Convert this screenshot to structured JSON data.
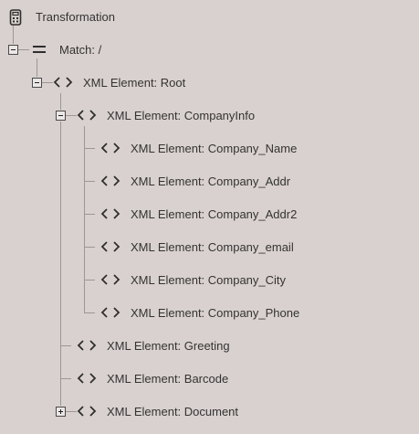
{
  "tree": {
    "root": {
      "label": "Transformation",
      "icon": "calculator-icon"
    },
    "match": {
      "label": "Match: /",
      "icon": "equals-icon",
      "expanded": true
    },
    "root_element": {
      "label": "XML Element: Root",
      "icon": "code-brackets-icon",
      "expanded": true
    },
    "company_info": {
      "label": "XML Element: CompanyInfo",
      "icon": "code-brackets-icon",
      "expanded": true
    },
    "company_children": [
      {
        "label": "XML Element: Company_Name",
        "icon": "code-brackets-icon"
      },
      {
        "label": "XML Element: Company_Addr",
        "icon": "code-brackets-icon"
      },
      {
        "label": "XML Element: Company_Addr2",
        "icon": "code-brackets-icon"
      },
      {
        "label": "XML Element: Company_email",
        "icon": "code-brackets-icon"
      },
      {
        "label": "XML Element: Company_City",
        "icon": "code-brackets-icon"
      },
      {
        "label": "XML Element: Company_Phone",
        "icon": "code-brackets-icon"
      }
    ],
    "greeting": {
      "label": "XML Element: Greeting",
      "icon": "code-brackets-icon"
    },
    "barcode": {
      "label": "XML Element: Barcode",
      "icon": "code-brackets-icon"
    },
    "document": {
      "label": "XML Element: Document",
      "icon": "code-brackets-icon",
      "expanded": false
    }
  },
  "colors": {
    "background": "#d9d1cf",
    "tree_line": "#9c9695",
    "text": "#333333",
    "icon": "#2e2e2e"
  }
}
